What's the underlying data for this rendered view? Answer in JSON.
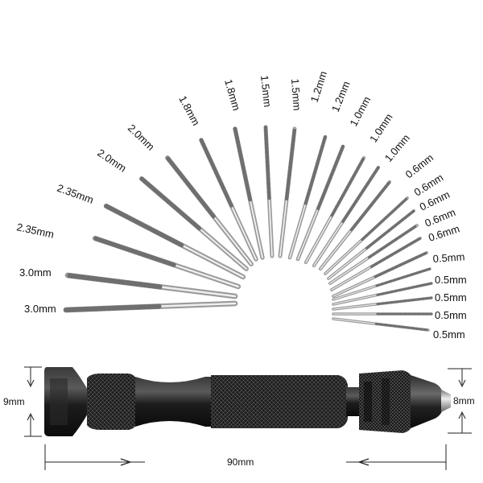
{
  "drill_bits": [
    {
      "label": "3.0mm"
    },
    {
      "label": "3.0mm"
    },
    {
      "label": "2.35mm"
    },
    {
      "label": "2.35mm"
    },
    {
      "label": "2.0mm"
    },
    {
      "label": "2.0mm"
    },
    {
      "label": "1.8mm"
    },
    {
      "label": "1.8mm"
    },
    {
      "label": "1.5mm"
    },
    {
      "label": "1.5mm"
    },
    {
      "label": "1.2mm"
    },
    {
      "label": "1.2mm"
    },
    {
      "label": "1.0mm"
    },
    {
      "label": "1.0mm"
    },
    {
      "label": "1.0mm"
    },
    {
      "label": "0.6mm"
    },
    {
      "label": "0.6mm"
    },
    {
      "label": "0.6mm"
    },
    {
      "label": "0.6mm"
    },
    {
      "label": "0.6mm"
    },
    {
      "label": "0.5mm"
    },
    {
      "label": "0.5mm"
    },
    {
      "label": "0.5mm"
    },
    {
      "label": "0.5mm"
    },
    {
      "label": "0.5mm"
    }
  ],
  "dimensions": {
    "left_height": "9mm",
    "right_height": "8mm",
    "length": "90mm"
  },
  "colors": {
    "metal_light": "#e8e8e8",
    "metal_mid": "#b9b9b9",
    "metal_dark": "#7a7a7a",
    "handle": "#1a1a1a"
  }
}
